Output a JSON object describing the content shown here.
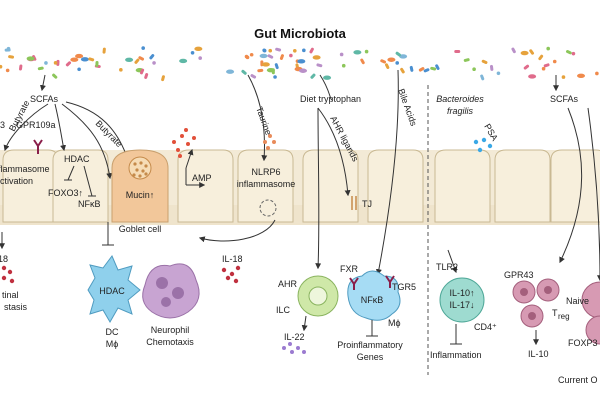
{
  "title": "Gut Microbiota",
  "labels": {
    "scfas_left": "SCFAs",
    "butyrate_1": "Butyrate",
    "butyrate_2": "Butyrate",
    "gpr109a": "GPR109a",
    "num3": "3",
    "inflammasome_partial": "flammasome",
    "activation_partial": "ctivation",
    "hdac_top": "HDAC",
    "foxo3": "FOXO3↑",
    "nfkb_small": "NFκB",
    "mucin": "Mucin↑",
    "goblet": "Goblet cell",
    "taurine": "Taurine",
    "amp": "AMP",
    "nlrp6": "NLRP6",
    "inflammasome": "inflammasome",
    "il18_mid": "IL-18",
    "il18_left": "18",
    "intestinal": "tinal",
    "homeostasis": "stasis",
    "hdac_dc": "HDAC",
    "dc": "DC",
    "mphi_left": "Mϕ",
    "neurophil": "Neurophil",
    "chemotaxis": "Chemotaxis",
    "diet_trp": "Diet tryptophan",
    "ahr_ligands": "AHR ligands",
    "bile_acids": "Bile Acids",
    "tj": "TJ",
    "ahr": "AHR",
    "ilc": "ILC",
    "il22": "IL-22",
    "fxr": "FXR",
    "tgr5": "TGR5",
    "nfkb_big": "NFκB",
    "mphi_mid": "Mϕ",
    "proinfl_1": "Proinflammatory",
    "proinfl_2": "Genes",
    "bacteroides": "Bacteroides",
    "fragilis": "fragilis",
    "psa": "PSA",
    "scfas_right": "SCFAs",
    "tlr2": "TLR2",
    "il10_up": "IL-10↑",
    "il17_down": "IL-17↓",
    "cd4": "CD4⁺",
    "inflammation": "Inflammation",
    "gpr43": "GPR43",
    "treg_t": "T",
    "treg_sub": "reg",
    "il10": "IL-10",
    "naive": "Naive",
    "foxp3": "FOXP3",
    "current": "Current O"
  },
  "colors": {
    "epithelium": "#f3ead6",
    "epithelium_line": "#c9b993",
    "goblet": "#f2c79a",
    "dc_blue": "#8fd0ec",
    "ilc_green": "#cfe8a8",
    "macro_blue": "#a6dcf4",
    "cd4_teal": "#9edbd0",
    "treg_pink": "#d79ab3",
    "neuro_purple": "#c8a4d2",
    "receptor": "#8a1f4a"
  }
}
